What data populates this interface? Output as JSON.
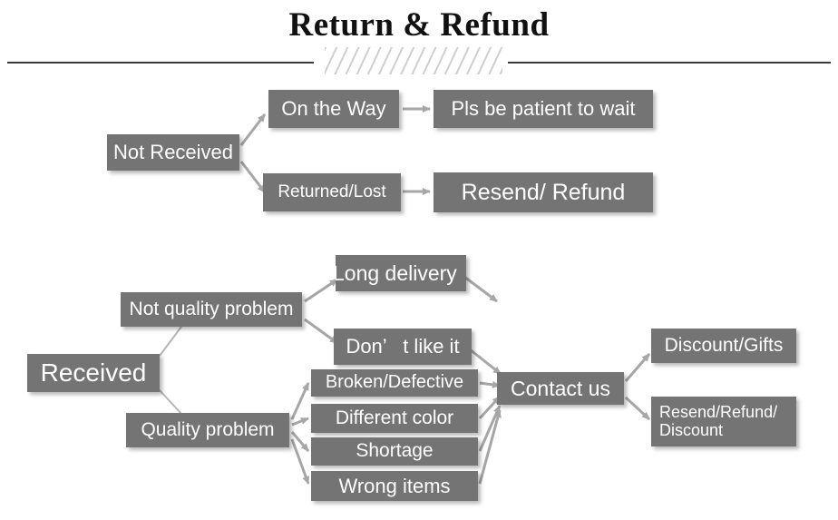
{
  "header": {
    "title": "Return & Refund",
    "divider_icon": "diagonal-hatch-divider",
    "watermark": ""
  },
  "flow_not_received": {
    "root": "Not Received",
    "branches": [
      {
        "condition": "On the Way",
        "outcome": "Pls be patient to wait"
      },
      {
        "condition": "Returned/Lost",
        "outcome": "Resend/ Refund"
      }
    ]
  },
  "flow_received": {
    "root": "Received",
    "categories": [
      {
        "label": "Not quality problem",
        "reasons": [
          "Long delivery",
          "Don’   t like it"
        ]
      },
      {
        "label": "Quality problem",
        "reasons": [
          "Broken/Defective",
          "Different color",
          "Shortage",
          "Wrong items"
        ]
      }
    ],
    "action": "Contact us",
    "outcomes": [
      "Discount/Gifts",
      "Resend/Refund/\nDiscount"
    ]
  },
  "colors": {
    "box_fill": "#747474",
    "box_text": "#ffffff",
    "arrow": "#a6a6a6",
    "rule": "#3a3a3a",
    "hatch": "#cfcfcf",
    "background": "#ffffff"
  }
}
